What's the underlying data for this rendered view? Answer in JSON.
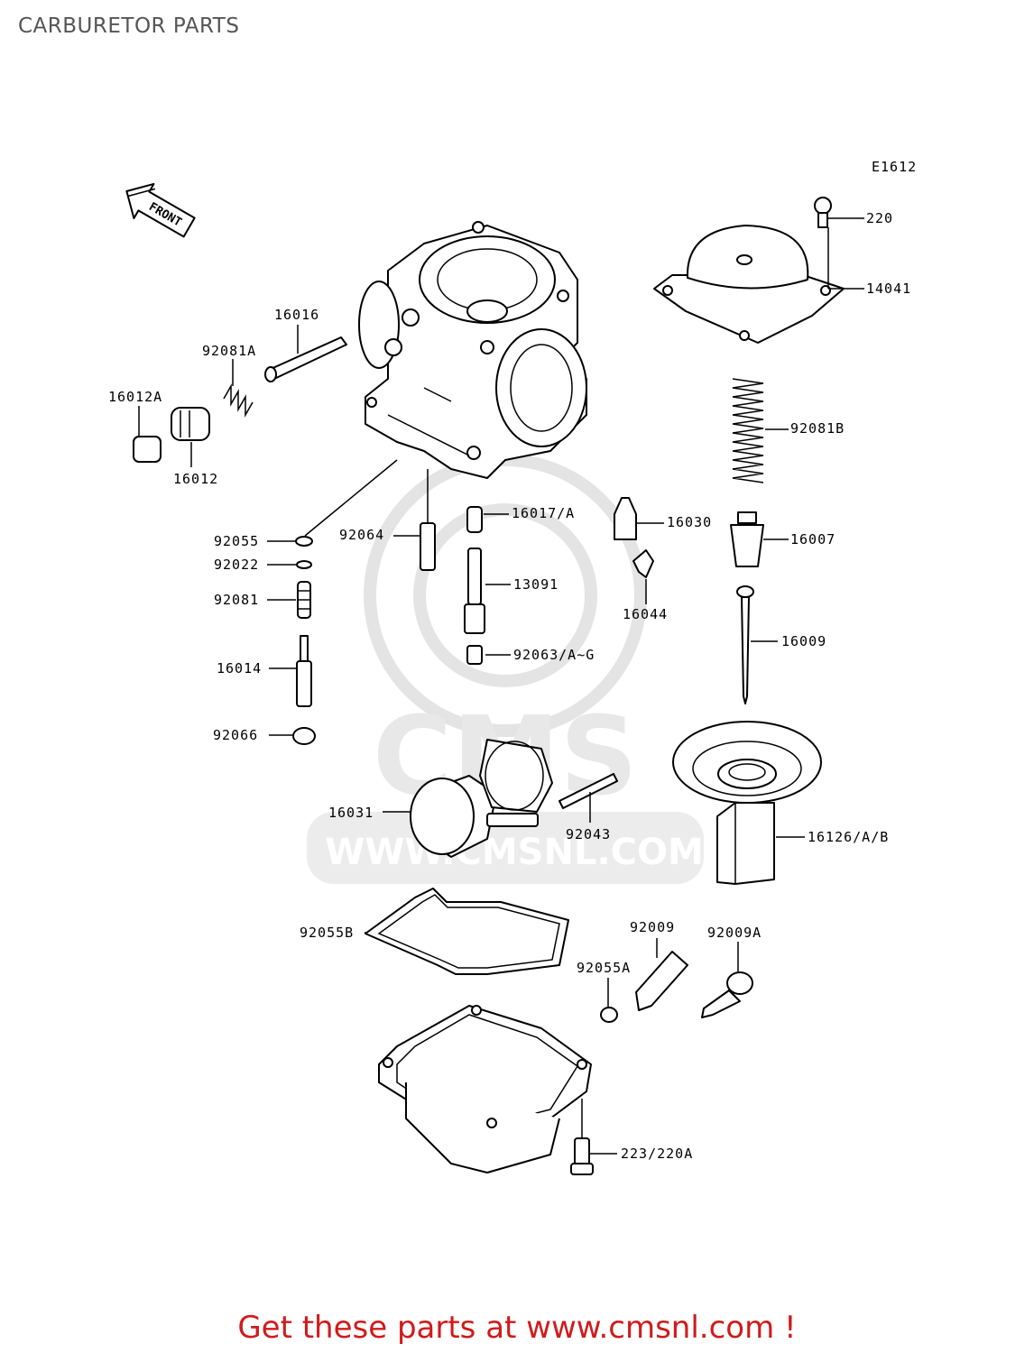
{
  "page": {
    "title": "CARBURETOR PARTS"
  },
  "diagram": {
    "code": "E1612",
    "front_badge": "FRONT",
    "watermark_text": "WWW.CMSNL.COM",
    "watermark_logo": "CMS",
    "labels": {
      "p220": "220",
      "p14041": "14041",
      "p16016": "16016",
      "p92081A": "92081A",
      "p16012A": "16012A",
      "p16012": "16012",
      "p92081B": "92081B",
      "p92055": "92055",
      "p92064": "92064",
      "p16017A": "16017/A",
      "p16030": "16030",
      "p16007": "16007",
      "p92022": "92022",
      "p13091": "13091",
      "p92081": "92081",
      "p16044": "16044",
      "p16009": "16009",
      "p92063": "92063/A~G",
      "p16014": "16014",
      "p92066": "92066",
      "p16031": "16031",
      "p92043": "92043",
      "p16126": "16126/A/B",
      "p92055B": "92055B",
      "p92009": "92009",
      "p92009A": "92009A",
      "p92055A": "92055A",
      "p223": "223/220A"
    }
  },
  "footer": {
    "text": "Get these parts at www.cmsnl.com !"
  }
}
